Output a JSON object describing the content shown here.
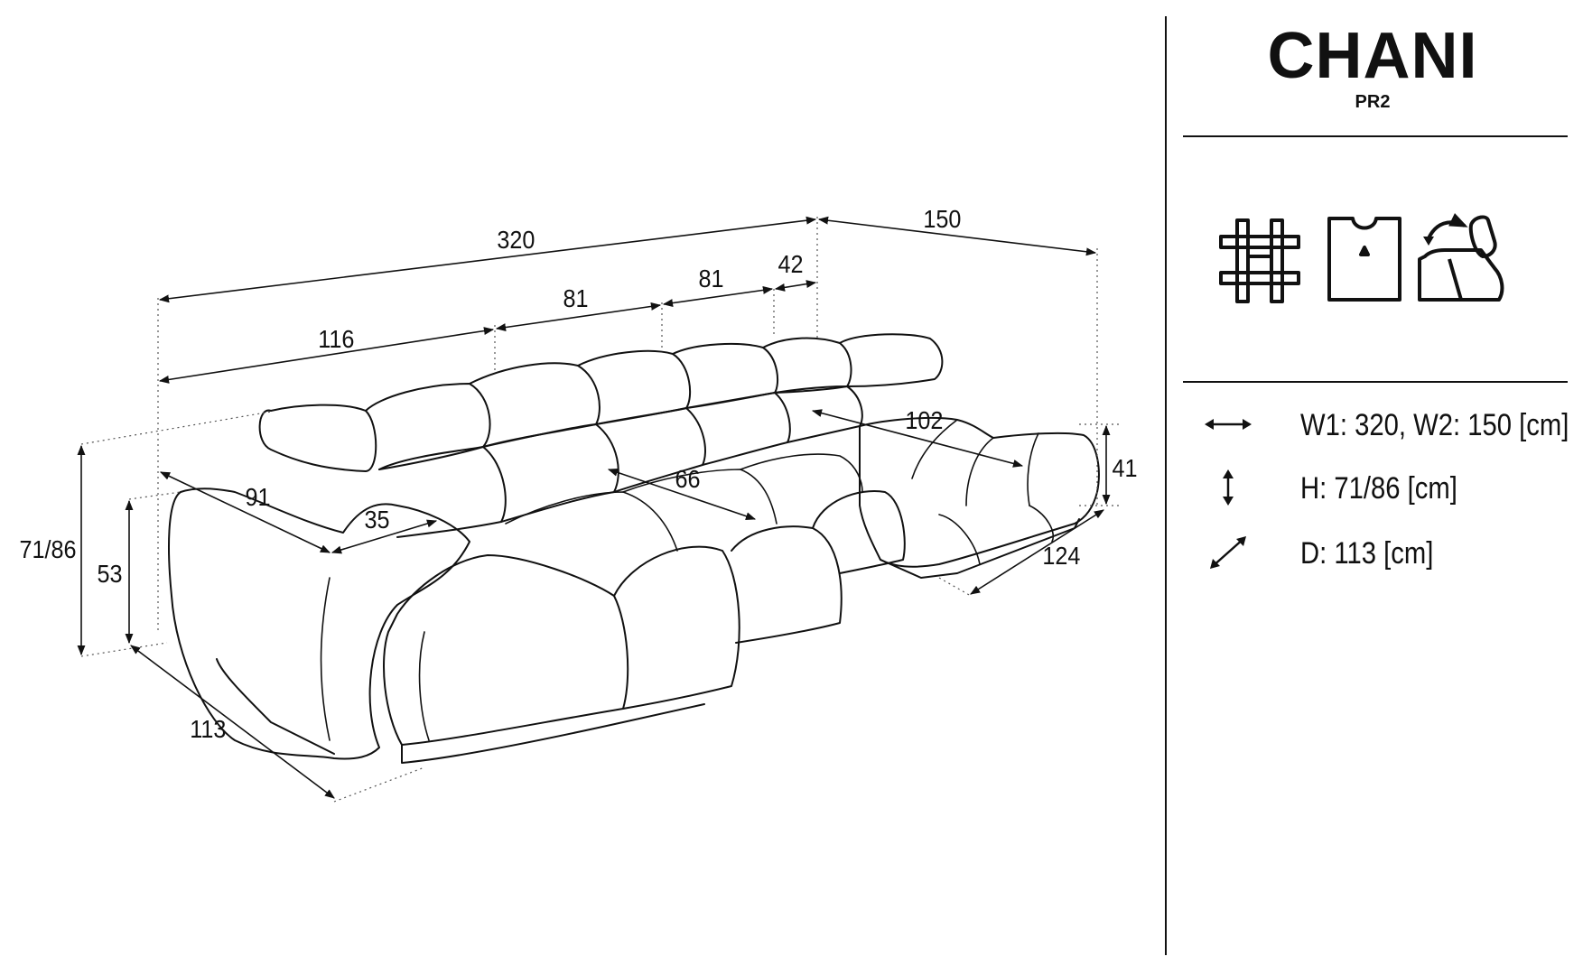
{
  "product": {
    "name": "CHANI",
    "model": "PR2"
  },
  "dimensions": {
    "total_width": "320",
    "chaise_width": "150",
    "segment_1": "116",
    "segment_2": "81",
    "segment_3": "81",
    "segment_4": "42",
    "total_height": "71/86",
    "armrest_height": "53",
    "depth": "113",
    "armrest_depth": "91",
    "armrest_width": "35",
    "seat_depth": "66",
    "chaise_seat_depth": "102",
    "chaise_height": "41",
    "chaise_depth": "124"
  },
  "feature_icons": [
    "fabric-weave-icon",
    "tshirt-fabric-icon",
    "adjustable-headrest-icon"
  ],
  "specs": [
    {
      "icon": "horizontal-arrow-icon",
      "label": "W1: 320, W2: 150 [cm]"
    },
    {
      "icon": "vertical-arrow-icon",
      "label": "H: 71/86 [cm]"
    },
    {
      "icon": "diagonal-arrow-icon",
      "label": "D: 113 [cm]"
    }
  ]
}
